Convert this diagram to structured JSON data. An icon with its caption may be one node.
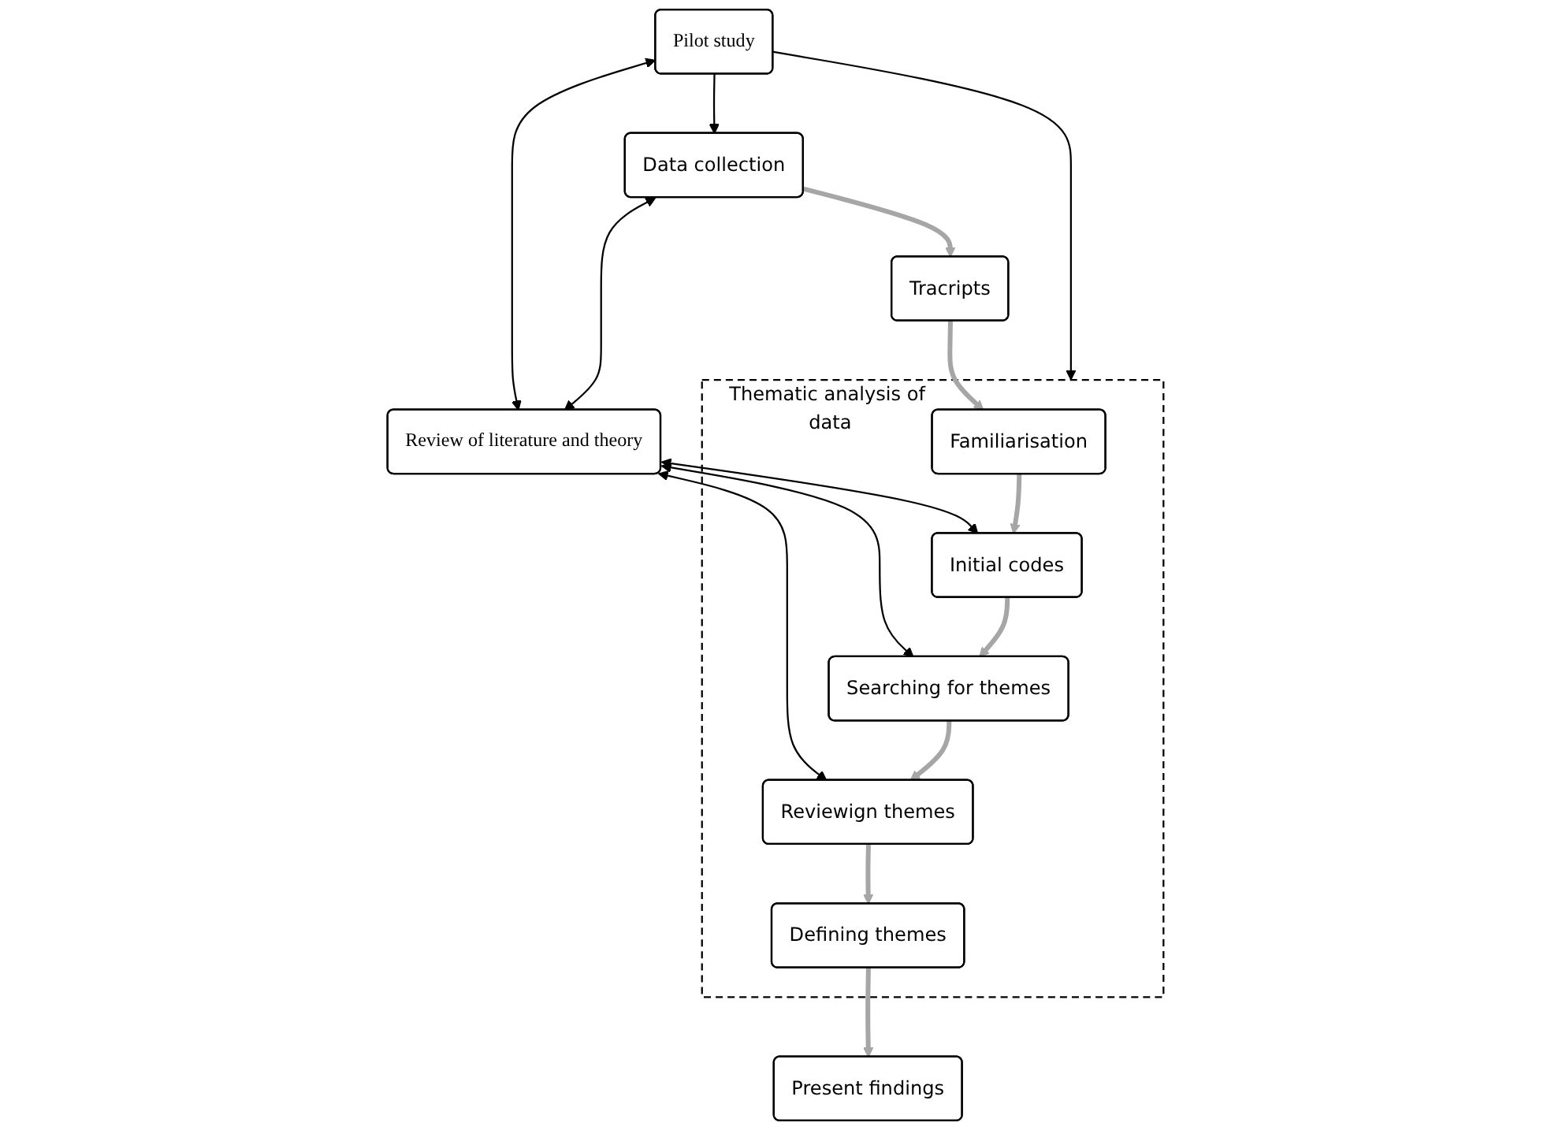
{
  "diagram": {
    "nodes": [
      {
        "text": [
          "Pilot study"
        ]
      },
      {
        "text": [
          "Data collection"
        ]
      },
      {
        "text": [
          "Tracripts"
        ]
      },
      {
        "text": [
          "Review of literature and theory"
        ]
      },
      {
        "text": [
          "Thematic analysis of data"
        ]
      },
      {
        "text": [
          "Familiarisation"
        ],
        "in": 4
      },
      {
        "text": [
          "Initial codes"
        ],
        "in": 4
      },
      {
        "text": [
          "Searching for themes"
        ],
        "in": 4
      },
      {
        "text": [
          "Reviewign themes"
        ],
        "in": 4
      },
      {
        "text": [
          "Defining themes"
        ],
        "in": 4
      },
      {
        "text": [
          "Present findings"
        ]
      }
    ],
    "edges": [
      {
        "from": 0,
        "to": 1,
        "arrow": "to"
      },
      {
        "from": 0,
        "to": 3,
        "arrow": "both"
      },
      {
        "from": 0,
        "to": 4,
        "arrow": "to"
      },
      {
        "from": 1,
        "to": 3,
        "arrow": "both"
      },
      {
        "from": 3,
        "to": 6,
        "arrow": "both"
      },
      {
        "from": 3,
        "to": 7,
        "arrow": "both"
      },
      {
        "from": 3,
        "to": 8,
        "arrow": "both"
      },
      {
        "from": 1,
        "to": 2,
        "arrow": "to",
        "style": "thick",
        "color": "#a6a6a6"
      },
      {
        "from": 2,
        "to": 5,
        "arrow": "to",
        "style": "thick",
        "color": "#a6a6a6"
      },
      {
        "from": 5,
        "to": 6,
        "arrow": "to",
        "style": "thick",
        "color": "#a6a6a6"
      },
      {
        "from": 6,
        "to": 7,
        "arrow": "to",
        "style": "thick",
        "color": "#a6a6a6"
      },
      {
        "from": 7,
        "to": 8,
        "arrow": "to",
        "style": "thick",
        "color": "#a6a6a6"
      },
      {
        "from": 8,
        "to": 9,
        "arrow": "to",
        "style": "thick",
        "color": "#a6a6a6"
      },
      {
        "from": 9,
        "to": 10,
        "arrow": "to",
        "style": "thick",
        "color": "#a6a6a6"
      }
    ]
  }
}
